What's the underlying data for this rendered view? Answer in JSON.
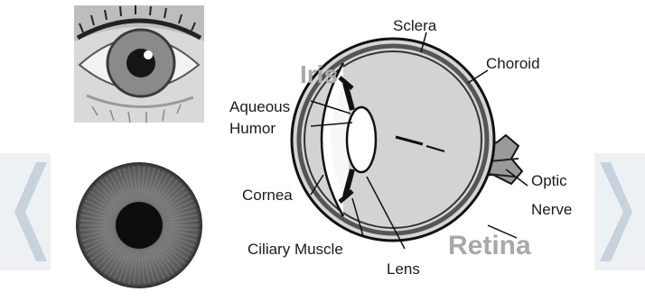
{
  "labels": {
    "sclera": "Sclera",
    "choroid": "Choroid",
    "iris": "Iris",
    "aqueous_humor_line1": "Aqueous",
    "aqueous_humor_line2": "Humor",
    "cornea": "Cornea",
    "optic_nerve_line1": "Optic",
    "optic_nerve_line2": "Nerve",
    "retina": "Retina",
    "ciliary_muscle": "Ciliary Muscle",
    "lens": "Lens"
  },
  "icons": {
    "prev": "chevron-left-icon",
    "next": "chevron-right-icon"
  },
  "colors": {
    "nav_background": "#eef1f4",
    "nav_chevron": "#c6d2dc",
    "highlight_label": "#a8a8a8"
  }
}
